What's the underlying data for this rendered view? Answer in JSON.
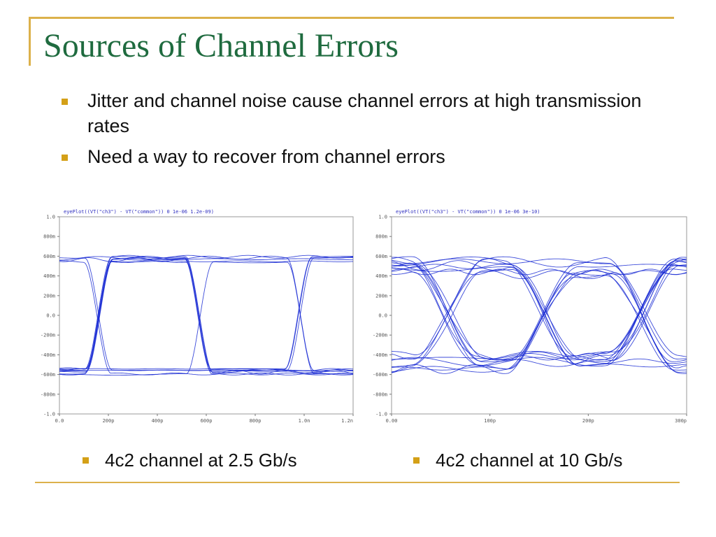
{
  "slide": {
    "title": "Sources of Channel Errors",
    "bullets": [
      "Jitter and channel noise cause channel errors at high transmission rates",
      "Need a way to recover from channel errors"
    ],
    "captions": [
      "4c2 channel at 2.5 Gb/s",
      "4c2 channel at 10 Gb/s"
    ],
    "colors": {
      "title": "#1f6b3f",
      "accent": "#dcb14b",
      "bullet": "#d4a017",
      "trace": "#1a2bd4"
    }
  },
  "chart_data": [
    {
      "type": "eye-diagram",
      "title": "eyePlot((VT(\"ch3\") - VT(\"common\")) 0 1e-06 1.2e-09)",
      "y_ticks": [
        "1.0",
        "800m",
        "600m",
        "400m",
        "200m",
        "0.0",
        "-200m",
        "-400m",
        "-600m",
        "-800m",
        "-1.0"
      ],
      "x_ticks": [
        "0.0",
        "200p",
        "400p",
        "600p",
        "800p",
        "1.0n",
        "1.2n"
      ],
      "ylim": [
        -1.0,
        1.0
      ],
      "xlim": [
        0,
        1.2
      ],
      "x_unit": "ns",
      "high_level": 0.57,
      "low_level": -0.57,
      "crossings": [
        0.16,
        0.57,
        0.98
      ],
      "crossing_width": 0.11,
      "amp_jitter": 0.03,
      "time_jitter": 0.006,
      "n_traces": 14
    },
    {
      "type": "eye-diagram",
      "title": "eyePlot((VT(\"ch3\") - VT(\"common\")) 0 1e-06 3e-10)",
      "y_ticks": [
        "1.0",
        "800m",
        "600m",
        "400m",
        "200m",
        "0.0",
        "-200m",
        "-400m",
        "-600m",
        "-800m",
        "-1.0"
      ],
      "x_ticks": [
        "0.00",
        "100p",
        "200p",
        "300p"
      ],
      "ylim": [
        -1.0,
        1.0
      ],
      "xlim": [
        0,
        300
      ],
      "x_unit": "ps",
      "high_level": 0.48,
      "low_level": -0.48,
      "crossings": [
        55,
        155,
        255
      ],
      "crossing_width": 70,
      "amp_jitter": 0.07,
      "time_jitter": 5,
      "n_traces": 22
    }
  ]
}
